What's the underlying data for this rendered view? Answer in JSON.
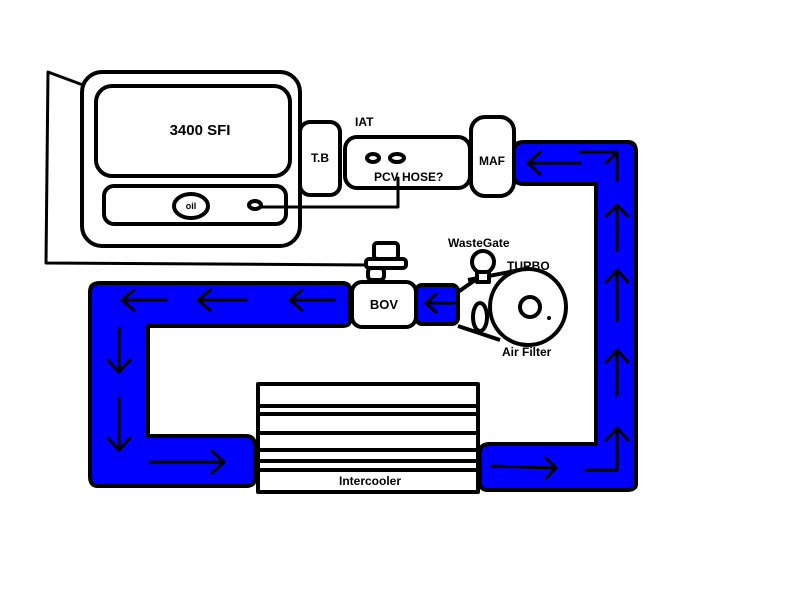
{
  "labels": {
    "engine": "3400 SFI",
    "oil": "oil",
    "throttle_body": "T.B",
    "iat": "IAT",
    "pcv_hose": "PCV HOSE?",
    "maf": "MAF",
    "wastegate": "WasteGate",
    "turbo": "TURBO",
    "bov": "BOV",
    "air_filter": "Air Filter",
    "intercooler": "Intercooler"
  },
  "colors": {
    "pipe": "#0000ff",
    "stroke": "#000000"
  }
}
